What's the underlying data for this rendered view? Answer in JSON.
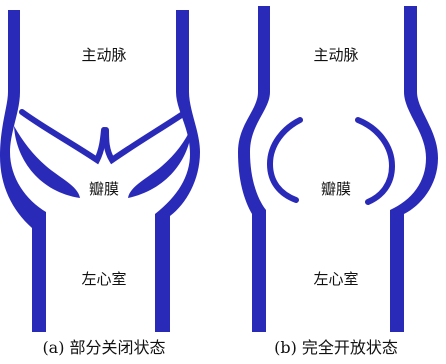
{
  "colors": {
    "vessel": "#2a2ab8",
    "text": "#111111",
    "background": "#ffffff"
  },
  "panels": [
    {
      "state": "partially-closed",
      "labels": {
        "top": "主动脉",
        "middle": "瓣膜",
        "bottom": "左心室"
      },
      "caption": "(a) 部分关闭状态"
    },
    {
      "state": "fully-open",
      "labels": {
        "top": "主动脉",
        "middle": "瓣膜",
        "bottom": "左心室"
      },
      "caption": "(b) 完全开放状态"
    }
  ]
}
